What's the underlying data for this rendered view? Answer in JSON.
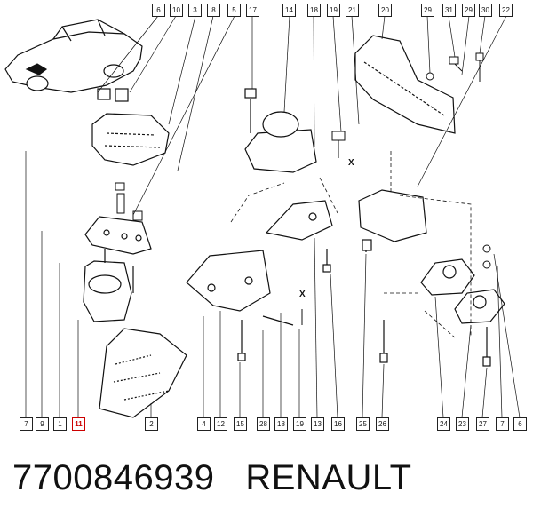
{
  "diagram": {
    "top_labels": [
      "6",
      "10",
      "3",
      "8",
      "5",
      "17",
      "14",
      "18",
      "19",
      "21",
      "20",
      "29",
      "31",
      "29",
      "30",
      "22"
    ],
    "bottom_labels": [
      "7",
      "9",
      "1",
      "11",
      "2",
      "4",
      "12",
      "15",
      "28",
      "18",
      "19",
      "13",
      "16",
      "25",
      "26",
      "24",
      "23",
      "27",
      "7",
      "6"
    ],
    "highlighted_label": "11",
    "axis_markers": [
      "X",
      "X"
    ]
  },
  "caption": {
    "part_number": "7700846939",
    "brand": "RENAULT"
  }
}
